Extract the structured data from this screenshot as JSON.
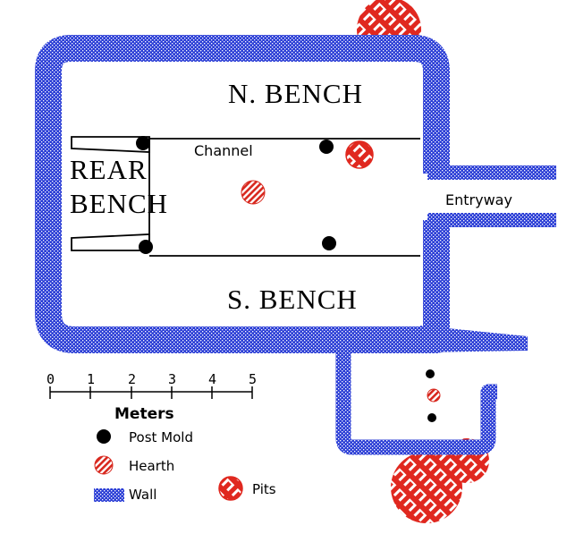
{
  "labels": {
    "north_bench": "N. BENCH",
    "south_bench": "S. BENCH",
    "rear_bench_line1": "REAR",
    "rear_bench_line2": "BENCH",
    "channel": "Channel",
    "entryway": "Entryway"
  },
  "scale_bar": {
    "ticks": [
      "0",
      "1",
      "2",
      "3",
      "4",
      "5"
    ],
    "unit_label": "Meters"
  },
  "legend": {
    "post_mold": "Post Mold",
    "hearth": "Hearth",
    "wall": "Wall",
    "pits": "Pits"
  },
  "colors": {
    "wall": "#2c3fd6",
    "hearth": "#d8281e",
    "pit": "#e0281f",
    "post_mold": "#000000"
  }
}
